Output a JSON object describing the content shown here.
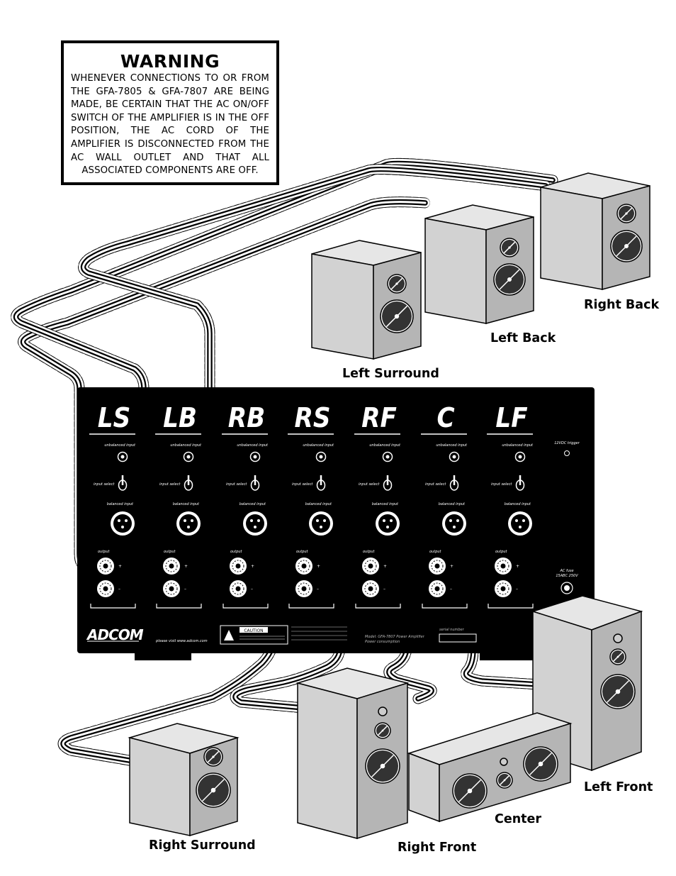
{
  "warning": {
    "title": "WARNING",
    "text": "WHENEVER CONNECTIONS TO OR FROM THE GFA-7805 & GFA-7807 ARE BEING MADE, BE CERTAIN THAT THE AC ON/OFF SWITCH OF THE AMPLIFIER IS IN THE OFF POSITION, THE AC CORD OF THE AMPLIFIER IS DISCONNECTED FROM THE AC WALL OUTLET AND THAT ALL ASSOCIATED COMPONENTS ARE OFF."
  },
  "speakers": {
    "right_back": "Right Back",
    "left_back": "Left Back",
    "left_surround": "Left Surround",
    "right_surround": "Right Surround",
    "right_front": "Right Front",
    "center": "Center",
    "left_front": "Left Front"
  },
  "amplifier": {
    "channels": [
      "LS",
      "LB",
      "RB",
      "RS",
      "RF",
      "C",
      "LF"
    ],
    "unbalanced_input": "unbalanced input",
    "input_select": "input select",
    "balanced_input": "balanced input",
    "output": "output",
    "trigger": "12VDC trigger",
    "fuse_line1": "AC fuse",
    "fuse_line2": "15ABC 250V",
    "brand": "ADCOM",
    "website": "please visit www.adcom.com",
    "caution": "CAUTION",
    "model": "Model: GFA-7807 Power Amplifier",
    "power": "Power consumption",
    "serial": "serial number"
  },
  "colors": {
    "panel": "#000000",
    "speaker_side": "#b5b5b5",
    "speaker_front": "#d2d2d2",
    "speaker_top": "#e6e6e6"
  }
}
